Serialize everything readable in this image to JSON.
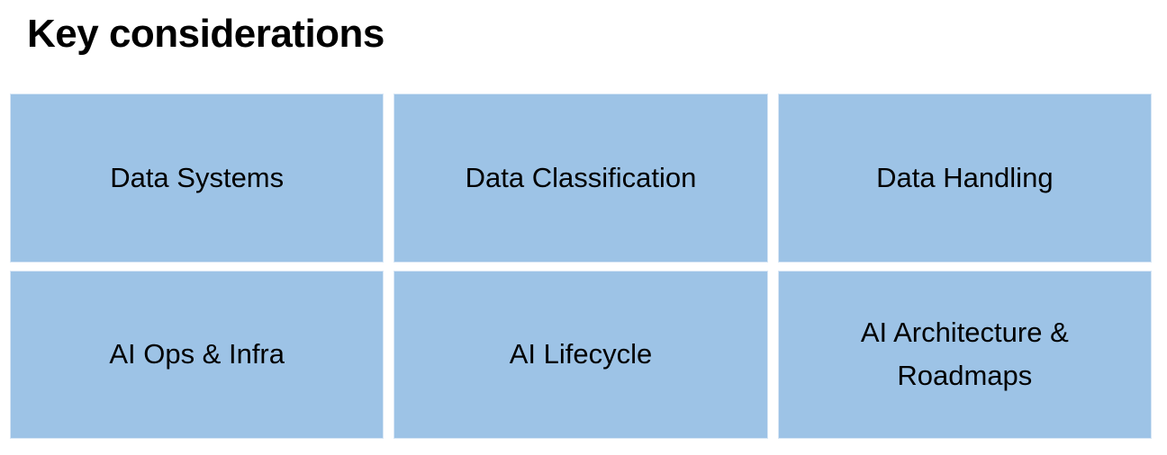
{
  "page": {
    "title": "Key considerations"
  },
  "colors": {
    "background": "#ffffff",
    "box_fill": "#9dc3e6",
    "box_border": "#d7e6f5",
    "text": "#000000"
  },
  "grid": {
    "columns": 3,
    "rows": 2,
    "cells": [
      {
        "label": "Data Systems"
      },
      {
        "label": "Data Classification"
      },
      {
        "label": "Data Handling"
      },
      {
        "label": "AI Ops & Infra"
      },
      {
        "label": "AI Lifecycle"
      },
      {
        "label": "AI Architecture & Roadmaps"
      }
    ]
  }
}
